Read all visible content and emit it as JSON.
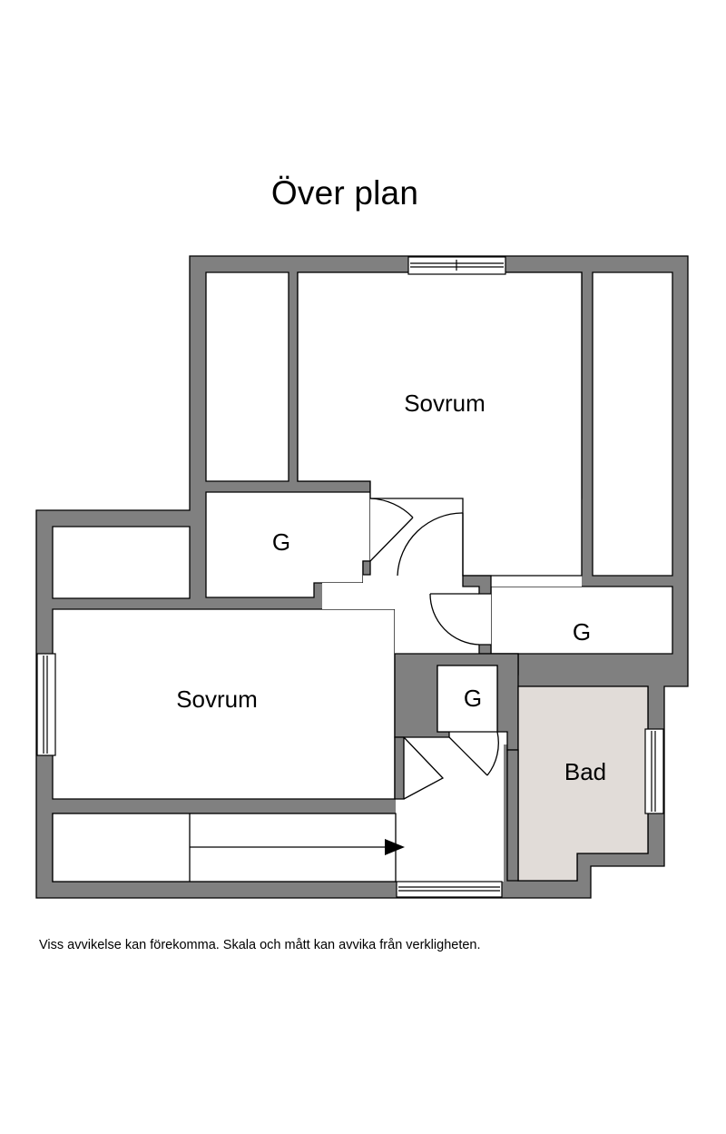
{
  "title": "Över plan",
  "disclaimer": "Viss avvikelse kan förekomma. Skala och mått kan avvika från verkligheten.",
  "rooms": {
    "bedroom_top": "Sovrum",
    "bedroom_left": "Sovrum",
    "closet_left": "G",
    "closet_right": "G",
    "closet_center": "G",
    "bathroom": "Bad"
  },
  "colors": {
    "wall": "#808080",
    "outline": "#000000",
    "floor": "#ffffff",
    "bathroom_floor": "#e1dcd8"
  }
}
